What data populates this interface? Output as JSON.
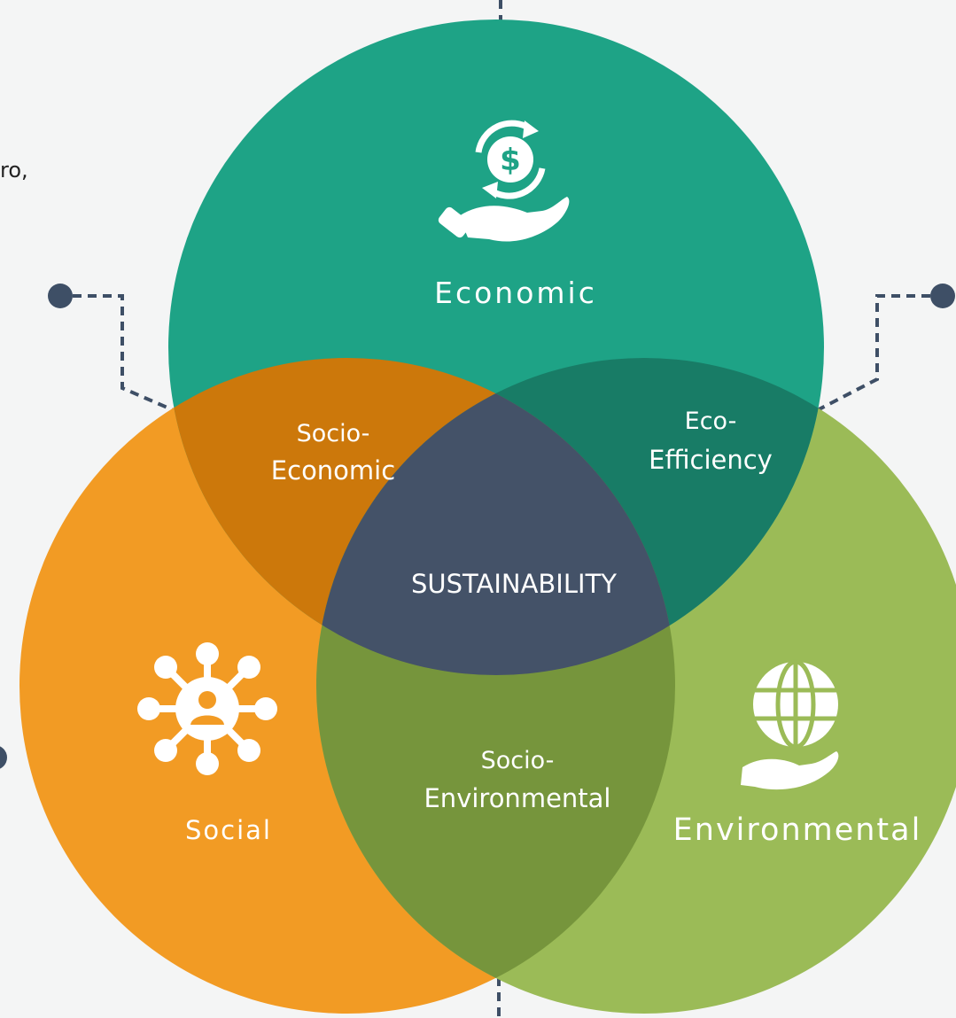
{
  "fragment_text": "ro,",
  "circles": {
    "economic": {
      "label": "Economic",
      "icon": "hand-dollar-icon",
      "color": "#1ea386"
    },
    "social": {
      "label": "Social",
      "icon": "people-network-icon",
      "color": "#f29b24"
    },
    "environmental": {
      "label": "Environmental",
      "icon": "hand-globe-icon",
      "color": "#9bbb57"
    }
  },
  "overlaps": {
    "socio_economic": {
      "line1": "Socio-",
      "line2": "Economic",
      "color": "#cc780b"
    },
    "eco_efficiency": {
      "line1": "Eco-",
      "line2": "Efficiency",
      "color": "#187c66"
    },
    "socio_environmental": {
      "line1": "Socio-",
      "line2": "Environmental",
      "color": "#76953c"
    },
    "center": {
      "label": "SUSTAINABILITY",
      "color": "#445268"
    }
  },
  "connector_color": "#3e4f66"
}
